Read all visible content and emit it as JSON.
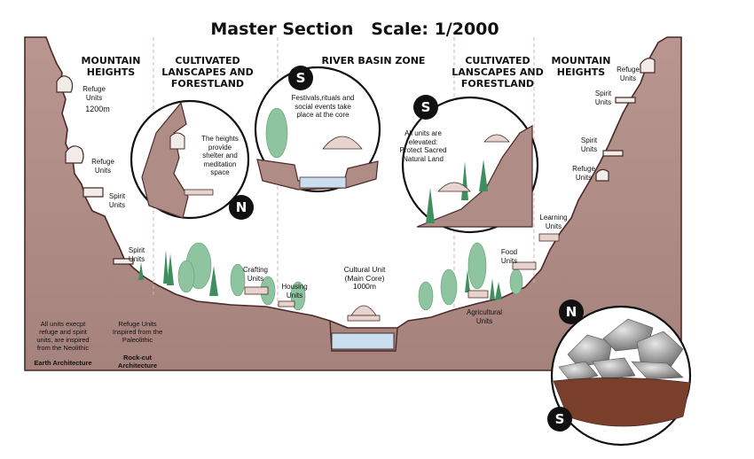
{
  "title": "Master Section   Scale: 1/2000",
  "zones": {
    "mountain_left": "MOUNTAIN\nHEIGHTS",
    "cultivated_left": "CULTIVATED\nLANSCAPES AND\nFORESTLAND",
    "river_basin": "RIVER BASIN ZONE",
    "cultivated_right": "CULTIVATED\nLANSCAPES AND\nFORESTLAND",
    "mountain_right": "MOUNTAIN\nHEIGHTS"
  },
  "labels": {
    "refuge_units_1200": "Refuge\nUnits",
    "elevation_1200": "1200m",
    "refuge_units_left_2": "Refuge\nUnits",
    "spirit_units_left_1": "Spirit\nUnits",
    "spirit_units_left_2": "Spirit\nUnits",
    "crafting_units": "Crafting\nUnits",
    "housing_units": "Housing\nUnits",
    "cultural_unit": "Cultural Unit\n(Main Core)\n1000m",
    "agricultural_units": "Agricultural\nUnits",
    "food_units": "Food\nUnits",
    "learning_units": "Learning\nUnits",
    "refuge_units_right_1": "Refuge\nUnits",
    "spirit_units_right_1": "Spirit\nUnits",
    "spirit_units_right_2": "Spirit\nUnits",
    "refuge_units_right_2": "Refuge\nUnits"
  },
  "callouts": {
    "heights_text": "The heights\nprovide\nshelter and\nmeditation\nspace",
    "festivals_text": "Festivals,rituals and\nsocial events take\nplace at the core",
    "elevated_text": "All units are\nelevated:\nProtect Sacred\nNatural Land"
  },
  "notes": {
    "neolithic": "All units execpt\nrefuge and spirit\nunits, are inspired\nfrom the Neolithic",
    "earth_architecture": "Earth Architecture",
    "paleolithic": "Refuge Units\nInspired from the\nPaleolithic",
    "rockcut_architecture": "Rock-cut\nArchitecture"
  },
  "badges": {
    "heights_circle": "N",
    "river_circle": "S",
    "elevated_circle": "S",
    "material_north": "N",
    "material_south": "S"
  },
  "colors": {
    "terrain": "#b08c86",
    "terrain_dark": "#9a7570",
    "outline": "#4a2a28",
    "water": "#c9dff0",
    "tree": "#3f8f5e",
    "tree_light": "#8fc4a0",
    "zone_divider": "#d9b0a8"
  }
}
